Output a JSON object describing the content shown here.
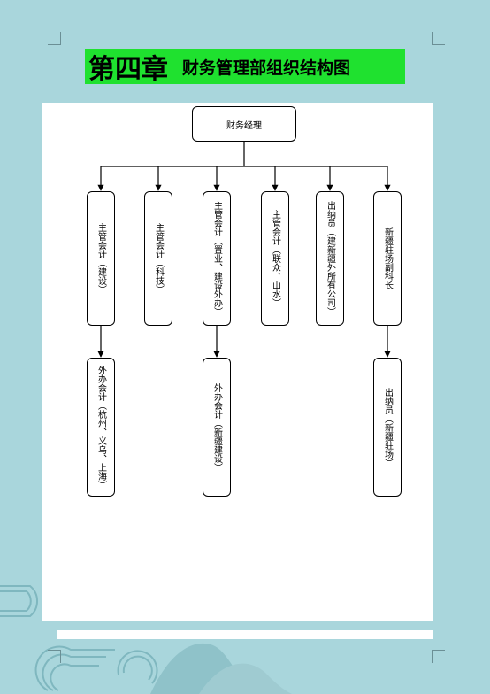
{
  "page": {
    "title_main": "第四章",
    "title_sub": "财务管理部组织结构图"
  },
  "org": {
    "root": "财务经理",
    "level1": [
      "主管会计（建设）",
      "主管会计（科技）",
      "主管会计（置业、建设外办）",
      "主管会计（联众、山水）",
      "出纳员（建新疆外所有公司）",
      "新疆驻场副科长"
    ],
    "level2": [
      {
        "parent": 0,
        "label": "外办会计（杭州、义乌、上海）"
      },
      {
        "parent": 2,
        "label": "外办会计（新疆建设）"
      },
      {
        "parent": 5,
        "label": "出纳员（新疆驻场）"
      }
    ]
  },
  "colors": {
    "background": "#a9d6dc",
    "title_band": "#1fe12f",
    "paper": "#ffffff"
  }
}
